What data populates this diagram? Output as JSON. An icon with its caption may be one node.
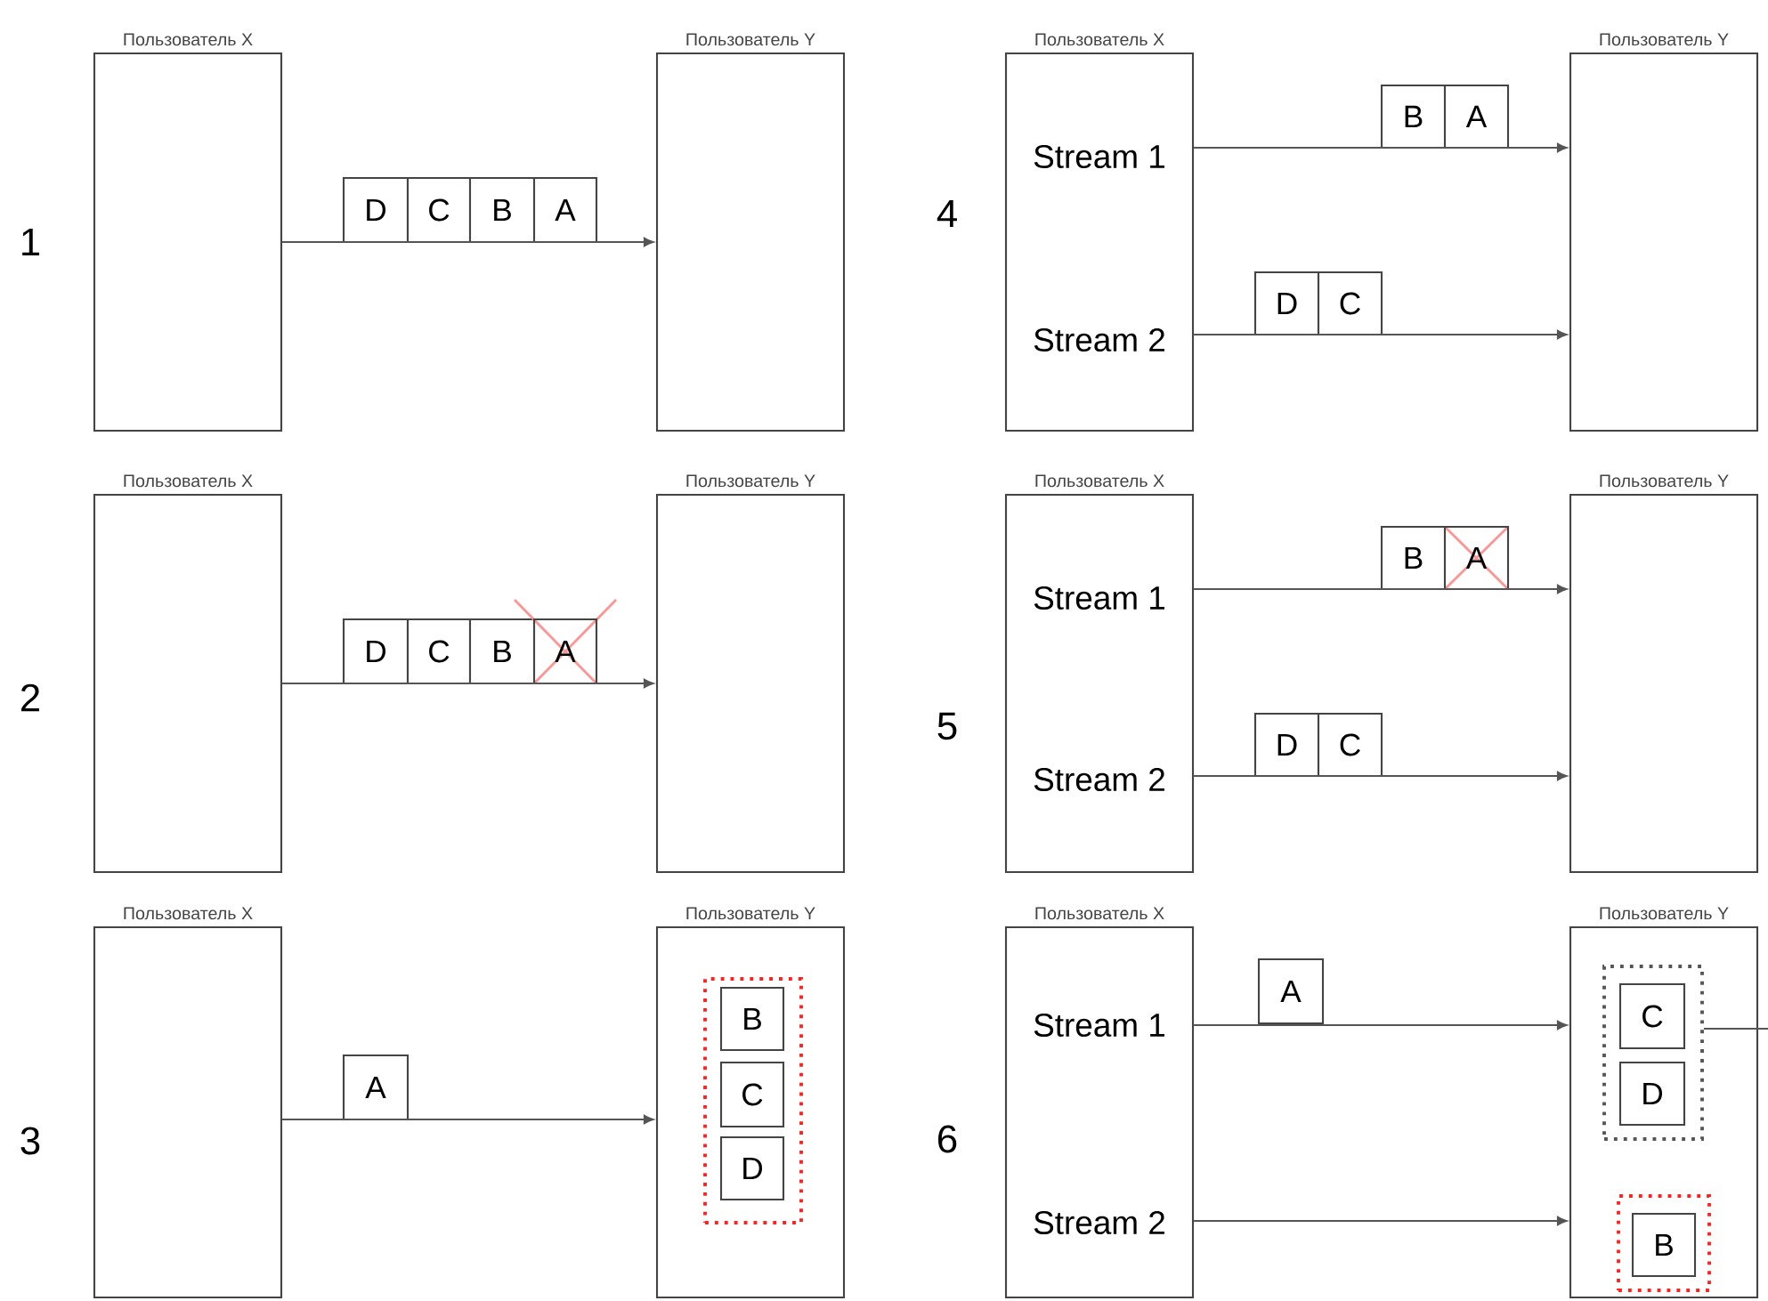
{
  "diagram": {
    "nodes": [
      {
        "text": [
          "Пользователь X"
        ]
      },
      {
        "text": [
          "D"
        ]
      },
      {
        "text": [
          "C"
        ]
      },
      {
        "text": [
          "B"
        ]
      },
      {
        "text": [
          "A"
        ]
      },
      {
        "text": [
          "Пользователь Y"
        ]
      },
      {
        "text": [
          "Пользователь X"
        ]
      },
      {
        "text": [
          "D"
        ]
      },
      {
        "text": [
          "C"
        ]
      },
      {
        "text": [
          "B"
        ]
      },
      {
        "text": [
          "A"
        ]
      },
      {
        "text": [
          "Пользователь Y"
        ]
      },
      {
        "text": [
          "Пользователь X"
        ]
      },
      {
        "text": [
          "A"
        ]
      },
      {
        "text": [
          "Пользователь Y"
        ]
      },
      {
        "text": [],
        "shape": "box",
        "in": 14
      },
      {
        "text": [
          "B"
        ],
        "in": 15
      },
      {
        "text": [
          "C"
        ],
        "in": 15
      },
      {
        "text": [
          "D"
        ],
        "in": 15
      },
      {
        "text": [
          "Пользователь X",
          "Stream 1",
          "Stream 2"
        ]
      },
      {
        "text": [
          "B"
        ]
      },
      {
        "text": [
          "A"
        ]
      },
      {
        "text": [
          "D"
        ]
      },
      {
        "text": [
          "C"
        ]
      },
      {
        "text": [
          "Пользователь Y"
        ]
      },
      {
        "text": [
          "Пользователь X",
          "Stream 1",
          "Stream 2"
        ]
      },
      {
        "text": [
          "B"
        ]
      },
      {
        "text": [
          "A"
        ]
      },
      {
        "text": [
          "D"
        ]
      },
      {
        "text": [
          "C"
        ]
      },
      {
        "text": [
          "Пользователь Y"
        ]
      },
      {
        "text": [
          "Пользователь X",
          "Stream 1",
          "Stream 2"
        ]
      },
      {
        "text": [
          "A"
        ]
      },
      {
        "text": [
          "Пользователь Y"
        ]
      },
      {
        "text": [],
        "shape": "box",
        "in": 33
      },
      {
        "text": [
          "C"
        ],
        "in": 34
      },
      {
        "text": [
          "D"
        ],
        "in": 34
      },
      {
        "text": [],
        "shape": "box",
        "in": 33
      },
      {
        "text": [
          "B"
        ],
        "in": 37
      }
    ],
    "edges": [
      {
        "from": 0,
        "to": 5,
        "arrow": "to"
      },
      {
        "from": 6,
        "to": 11,
        "arrow": "to"
      },
      {
        "from": 12,
        "to": 14,
        "arrow": "to"
      },
      {
        "from": 19,
        "to": 24,
        "arrow": "to"
      },
      {
        "from": 19,
        "to": 24,
        "arrow": "to"
      },
      {
        "from": 25,
        "to": 30,
        "arrow": "to"
      },
      {
        "from": 25,
        "to": 30,
        "arrow": "to"
      },
      {
        "from": 31,
        "to": 33,
        "arrow": "to"
      },
      {
        "from": 31,
        "to": 33,
        "arrow": "to"
      },
      {
        "from": 34,
        "to": null,
        "arrow": "none"
      }
    ],
    "labels": [
      "1",
      "4",
      "2",
      "5",
      "3",
      "6"
    ]
  }
}
